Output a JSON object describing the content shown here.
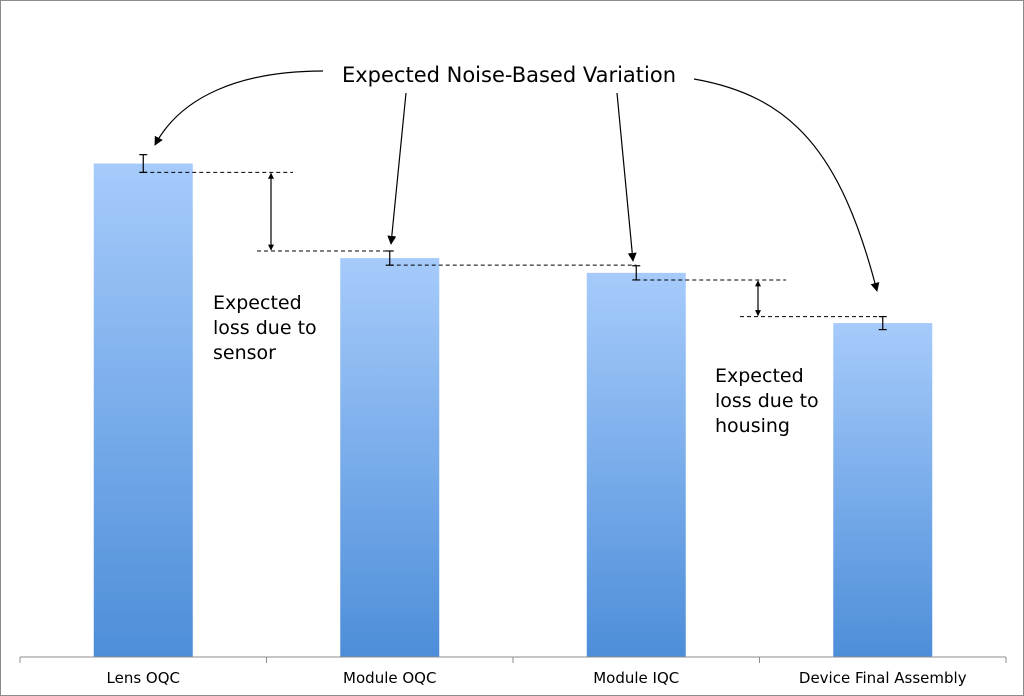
{
  "chart_data": {
    "type": "bar",
    "title": "",
    "xlabel": "",
    "ylabel": "",
    "ylim": [
      0,
      100
    ],
    "grid": false,
    "categories": [
      "Lens OQC",
      "Module OQC",
      "Module IQC",
      "Device Final Assembly"
    ],
    "values": [
      83.5,
      67.5,
      65,
      56.5
    ],
    "error": [
      1.5,
      1.2,
      1.2,
      1.1
    ],
    "bar_color_top": "#a6cbfb",
    "bar_color_bottom": "#4d8ed9",
    "annotations": {
      "noise_label": "Expected Noise-Based Variation",
      "sensor_loss": [
        "Expected",
        "loss due to",
        "sensor"
      ],
      "housing_loss": [
        "Expected",
        "loss due to",
        "housing"
      ]
    }
  }
}
